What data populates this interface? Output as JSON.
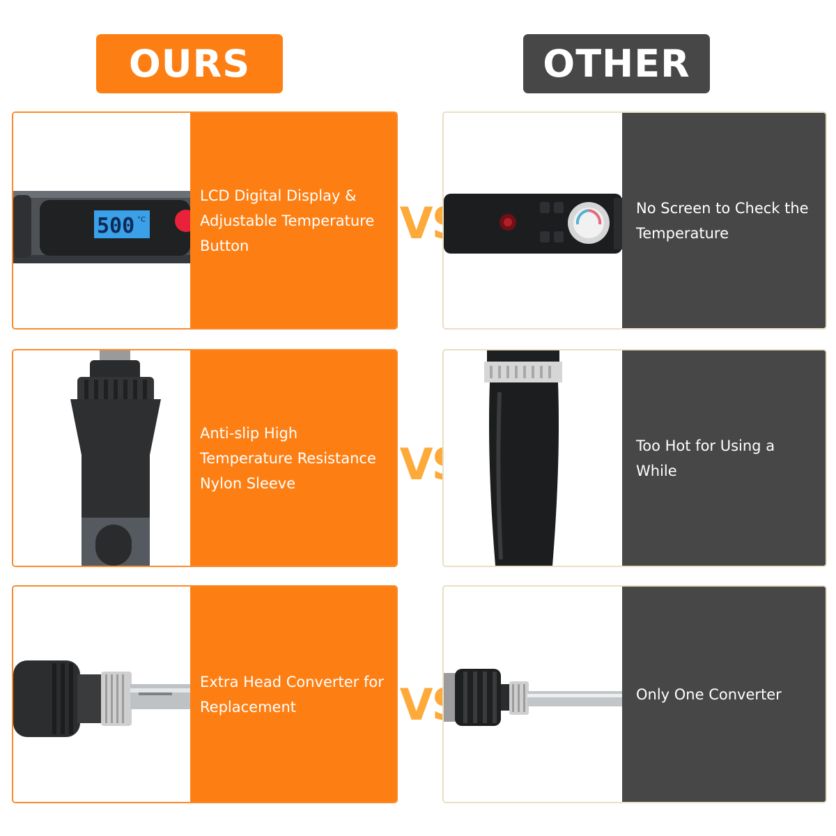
{
  "header": {
    "ours_label": "OURS",
    "other_label": "OTHER"
  },
  "vs_label": "VS",
  "colors": {
    "ours_accent": "#fd7f14",
    "other_accent": "#474747",
    "vs_color": "#fdaa3a"
  },
  "rows": [
    {
      "ours_text": "LCD Digital Display & Adjustable Temperature Button",
      "other_text": "No Screen to Check the Temperature",
      "display_reading": "500",
      "display_unit": "°C"
    },
    {
      "ours_text": "Anti-slip High Temperature Resistance Nylon Sleeve",
      "other_text": "Too Hot for Using a While"
    },
    {
      "ours_text": "Extra Head Converter for Replacement",
      "other_text": "Only One Converter"
    }
  ]
}
